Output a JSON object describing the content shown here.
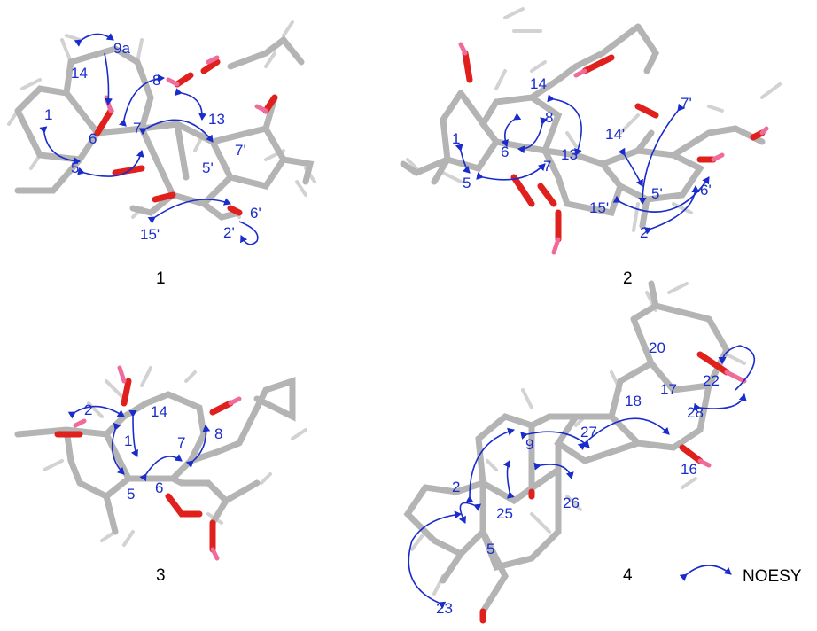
{
  "compounds": [
    {
      "id": "1",
      "labels": [
        "9a",
        "14",
        "8",
        "1",
        "6",
        "7",
        "13",
        "5",
        "5'",
        "7'",
        "15'",
        "2'",
        "6'"
      ]
    },
    {
      "id": "2",
      "labels": [
        "14",
        "7'",
        "8",
        "1",
        "6",
        "13",
        "14'",
        "5",
        "7",
        "5'",
        "6'",
        "15'",
        "2'"
      ]
    },
    {
      "id": "3",
      "labels": [
        "2",
        "14",
        "1",
        "7",
        "8",
        "5",
        "6"
      ]
    },
    {
      "id": "4",
      "labels": [
        "20",
        "22",
        "17",
        "18",
        "28",
        "27",
        "9",
        "16",
        "2",
        "25",
        "26",
        "5",
        "23"
      ]
    }
  ],
  "legend": {
    "label": "NOESY"
  },
  "colors": {
    "arrow": "#1a2ccc",
    "carbon": "#b4b4b4",
    "hydrogen": "#d2d2d2",
    "oxygen": "#e0201c"
  }
}
